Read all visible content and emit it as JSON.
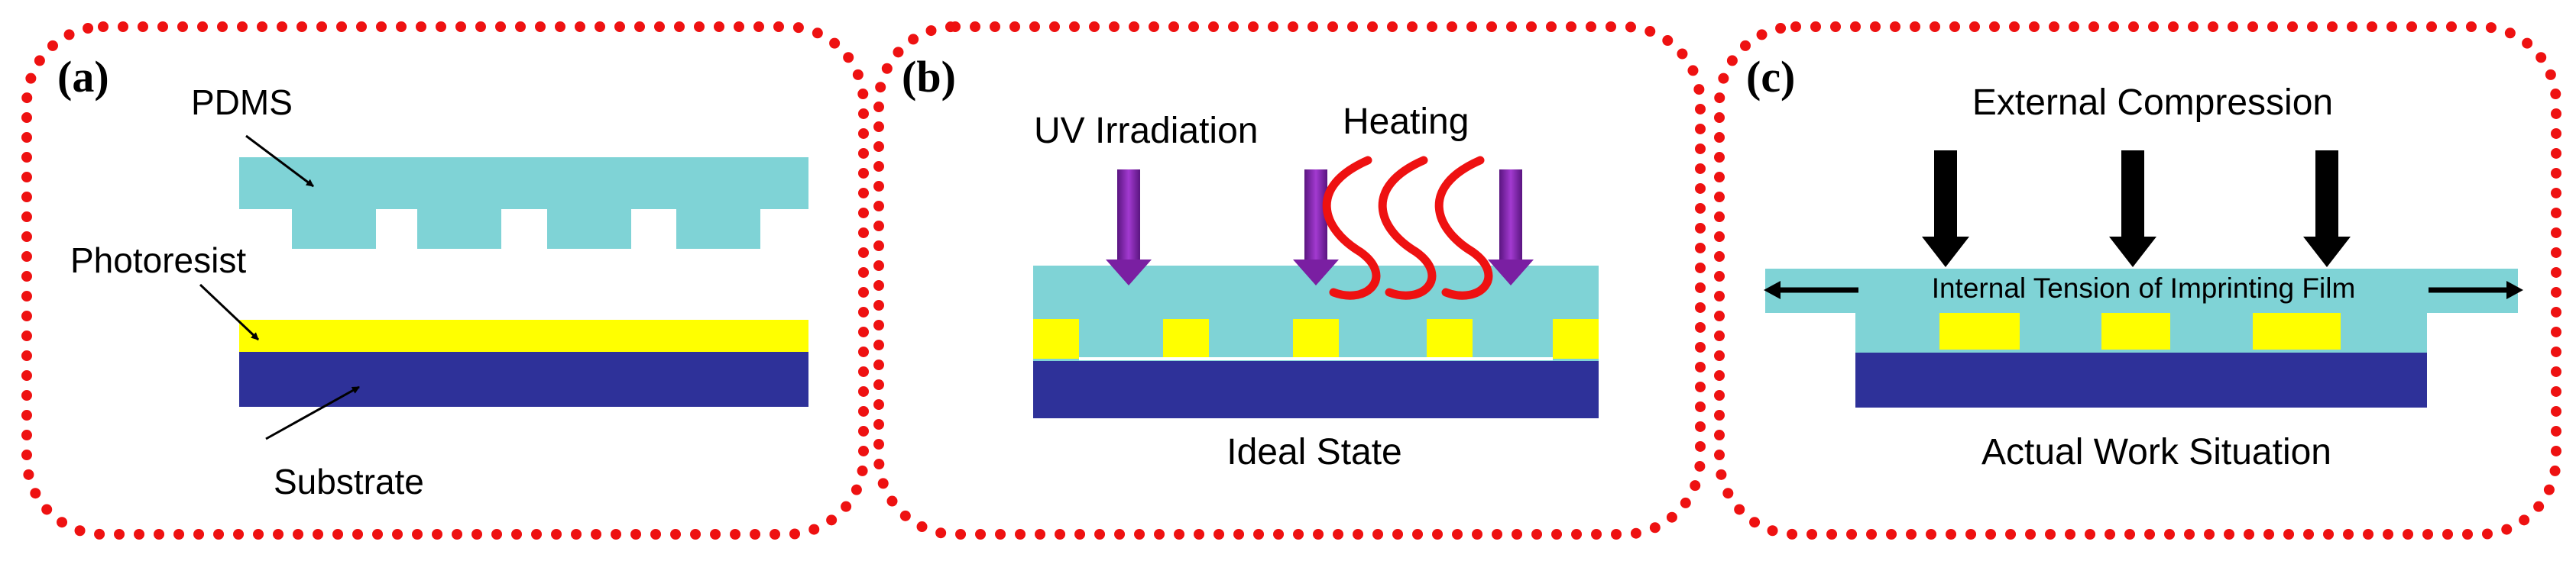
{
  "colors": {
    "frame_border": "#ee1111",
    "pdms": "#7fd3d6",
    "photoresist": "#ffff00",
    "substrate": "#2e3199",
    "uv_arrow": "#7a1fa2",
    "heat_wave": "#ee1111",
    "arrow_black": "#000000"
  },
  "panels": {
    "a": {
      "label": "(a)",
      "pdms_label": "PDMS",
      "photoresist_label": "Photoresist",
      "substrate_label": "Substrate"
    },
    "b": {
      "label": "(b)",
      "uv_label": "UV Irradiation",
      "heating_label": "Heating",
      "caption": "Ideal State"
    },
    "c": {
      "label": "(c)",
      "compression_label": "External Compression",
      "tension_label": "Internal Tension of Imprinting Film",
      "caption": "Actual Work Situation"
    }
  }
}
